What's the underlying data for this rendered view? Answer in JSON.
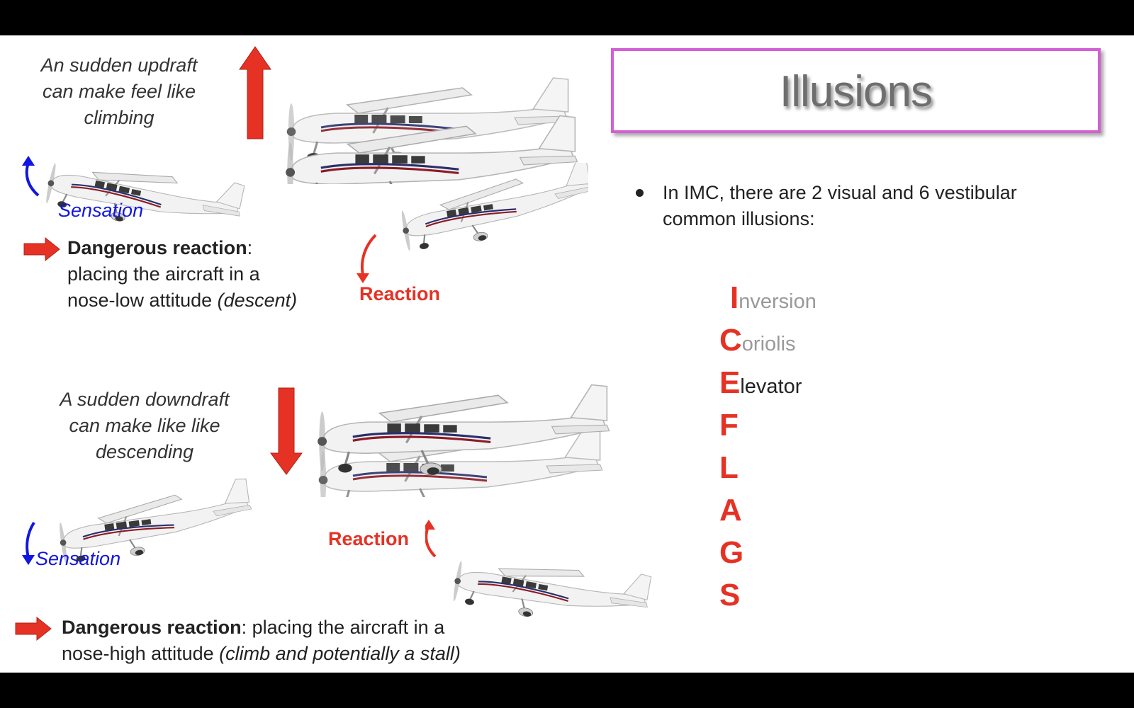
{
  "title": "Illusions",
  "bullet": "In IMC, there are 2 visual and 6 vestibular common illusions:",
  "acronym": [
    {
      "letter": "I",
      "rest": "nversion"
    },
    {
      "letter": "C",
      "rest": "oriolis"
    },
    {
      "letter": "E",
      "rest": "levator"
    },
    {
      "letter": "F",
      "rest": ""
    },
    {
      "letter": "L",
      "rest": ""
    },
    {
      "letter": "A",
      "rest": ""
    },
    {
      "letter": "G",
      "rest": ""
    },
    {
      "letter": "S",
      "rest": ""
    }
  ],
  "updraft": {
    "caption_lines": [
      "An sudden updraft",
      "can make feel like",
      "climbing"
    ],
    "sensation": "Sensation",
    "reaction": "Reaction",
    "danger_label": "Dangerous reaction",
    "danger_colon": ":",
    "danger_line2": "placing the aircraft in a",
    "danger_line3_normal": "nose-low attitude ",
    "danger_line3_italic": "(descent)"
  },
  "downdraft": {
    "caption_lines": [
      "A sudden downdraft",
      "can make like like",
      "descending"
    ],
    "sensation": "Sensation",
    "reaction": "Reaction",
    "danger_label": "Dangerous reaction",
    "danger_rest": ": placing the aircraft in a",
    "danger_line2_normal": "nose-high attitude ",
    "danger_line2_italic": "(climb and potentially a stall)"
  },
  "colors": {
    "accent_red": "#e53224",
    "sensation_blue": "#1116e0",
    "title_border": "#d35fd3"
  }
}
